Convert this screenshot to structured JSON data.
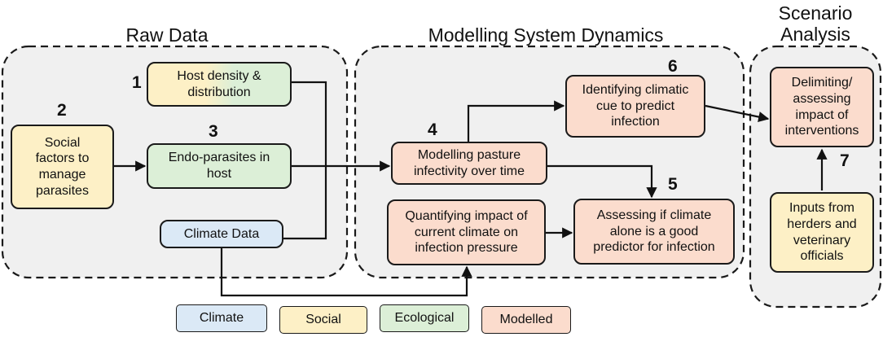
{
  "sections": {
    "raw": "Raw Data",
    "modelling": "Modelling System Dynamics",
    "scenario": "Scenario\nAnalysis"
  },
  "nodes": {
    "host_density": "Host density &\ndistribution",
    "social_factors": "Social\nfactors to\nmanage\nparasites",
    "endo_parasites": "Endo-parasites in\nhost",
    "climate_data": "Climate Data",
    "modelling_pasture": "Modelling pasture\ninfectivity over time",
    "quantifying": "Quantifying impact of\ncurrent climate on\ninfection pressure",
    "identifying": "Identifying climatic\ncue to predict\ninfection",
    "assessing": "Assessing if climate\nalone is a good\npredictor for infection",
    "delimiting": "Delimiting/\nassessing\nimpact of\ninterventions",
    "inputs": "Inputs from\nherders and\nveterinary\nofficials"
  },
  "numbers": {
    "n1": "1",
    "n2": "2",
    "n3": "3",
    "n4": "4",
    "n5": "5",
    "n6": "6",
    "n7": "7"
  },
  "legend": {
    "climate": "Climate",
    "social": "Social",
    "ecological": "Ecological",
    "modelled": "Modelled"
  },
  "colors": {
    "social": "#fdf0c6",
    "ecological": "#dcefd7",
    "climate": "#dbe9f6",
    "modelled": "#fbdccd",
    "section_fill": "#f0f0f0"
  }
}
